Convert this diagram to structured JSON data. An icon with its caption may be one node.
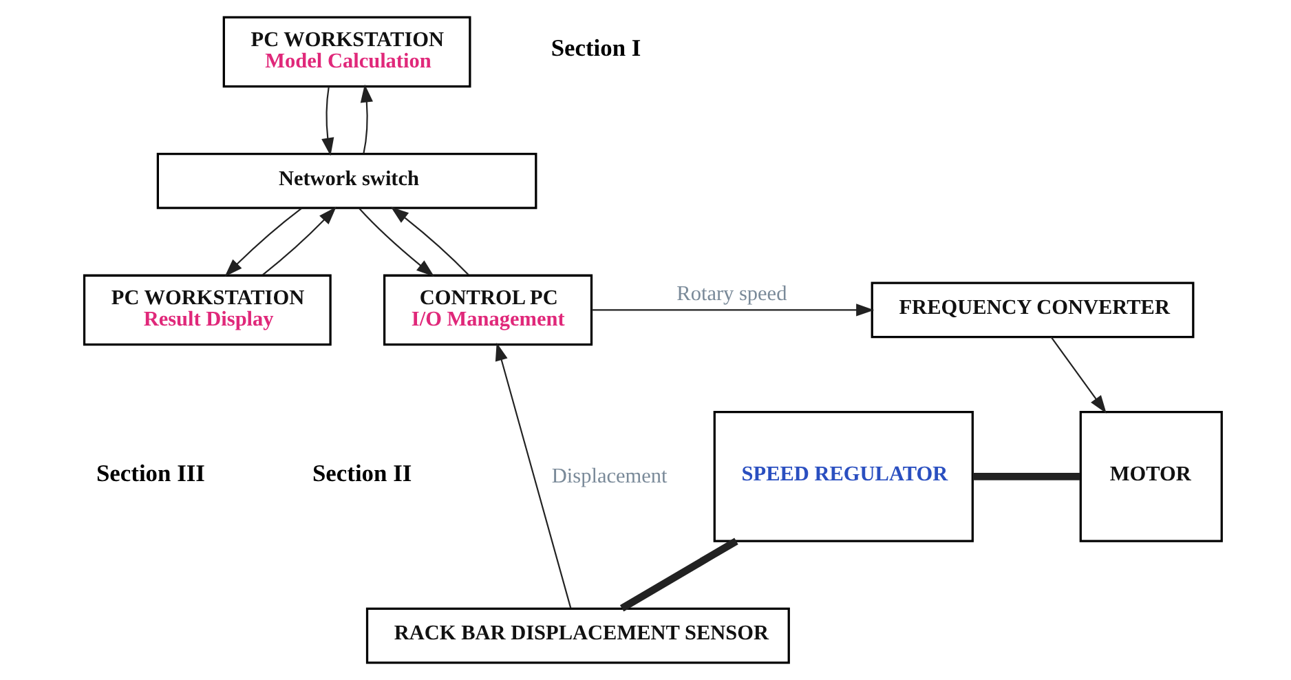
{
  "diagram": {
    "nodes": [
      {
        "text": [
          "PC WORKSTATION",
          "Model Calculation"
        ]
      },
      {
        "text": [
          "Network switch"
        ]
      },
      {
        "text": [
          "FREQUENCY CONVERTER"
        ]
      },
      {
        "text": [
          "SPEED REGULATOR"
        ]
      },
      {
        "text": [
          "MOTOR"
        ]
      },
      {
        "text": [
          "PC WORKSTATION",
          "Result Display"
        ]
      },
      {
        "text": [
          "CONTROL PC",
          "I/O Management"
        ]
      },
      {
        "text": [
          "RACK BAR DISPLACEMENT SENSOR"
        ]
      }
    ],
    "edges": [
      {
        "from": 0,
        "to": 1,
        "arrow": "to"
      },
      {
        "from": 1,
        "to": 0,
        "arrow": "to"
      },
      {
        "from": 5,
        "to": 1,
        "arrow": "to"
      },
      {
        "from": 1,
        "to": 5,
        "arrow": "to"
      },
      {
        "from": 1,
        "to": 6,
        "arrow": "to"
      },
      {
        "from": 6,
        "to": 1,
        "arrow": "to"
      },
      {
        "from": 6,
        "to": 2,
        "arrow": "to",
        "label": "Rotary speed"
      },
      {
        "from": 2,
        "to": 4,
        "arrow": "to"
      },
      {
        "from": 3,
        "to": 4,
        "arrow": "none",
        "style": "thick"
      },
      {
        "from": 3,
        "to": 7,
        "arrow": "none",
        "style": "thick"
      },
      {
        "from": 7,
        "to": 6,
        "arrow": "to",
        "label": "Displacement"
      }
    ],
    "labels": [
      "Section I",
      "Section III",
      "Section II"
    ]
  }
}
